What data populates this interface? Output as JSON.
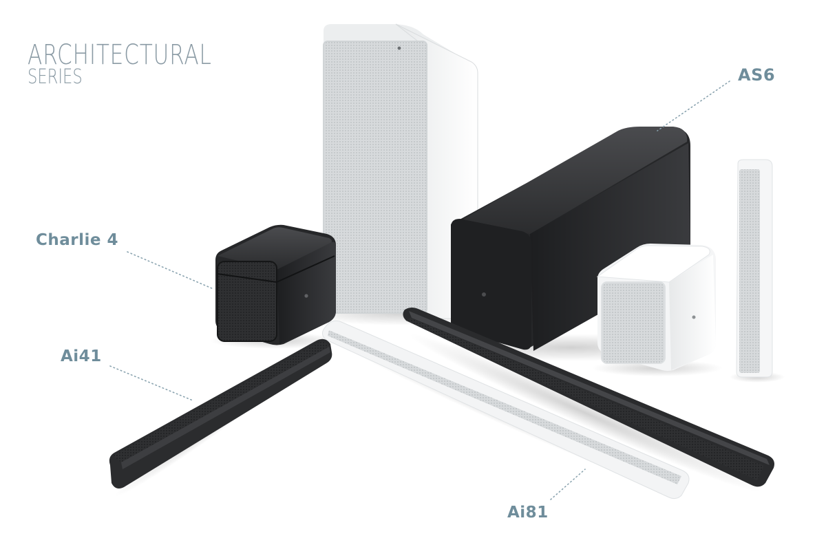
{
  "brand": {
    "line1": "ARCHITECTURAL",
    "line2": "SERIES"
  },
  "labels": {
    "as6": "AS6",
    "charlie4": "Charlie 4",
    "ai41": "Ai41",
    "ai81": "Ai81"
  },
  "colors": {
    "label": "#6f8d9b",
    "brand": "#8a9aa4",
    "speaker_black": "#2a2b2d",
    "speaker_white": "#f2f3f4",
    "grille_light": "#d5d8da"
  }
}
